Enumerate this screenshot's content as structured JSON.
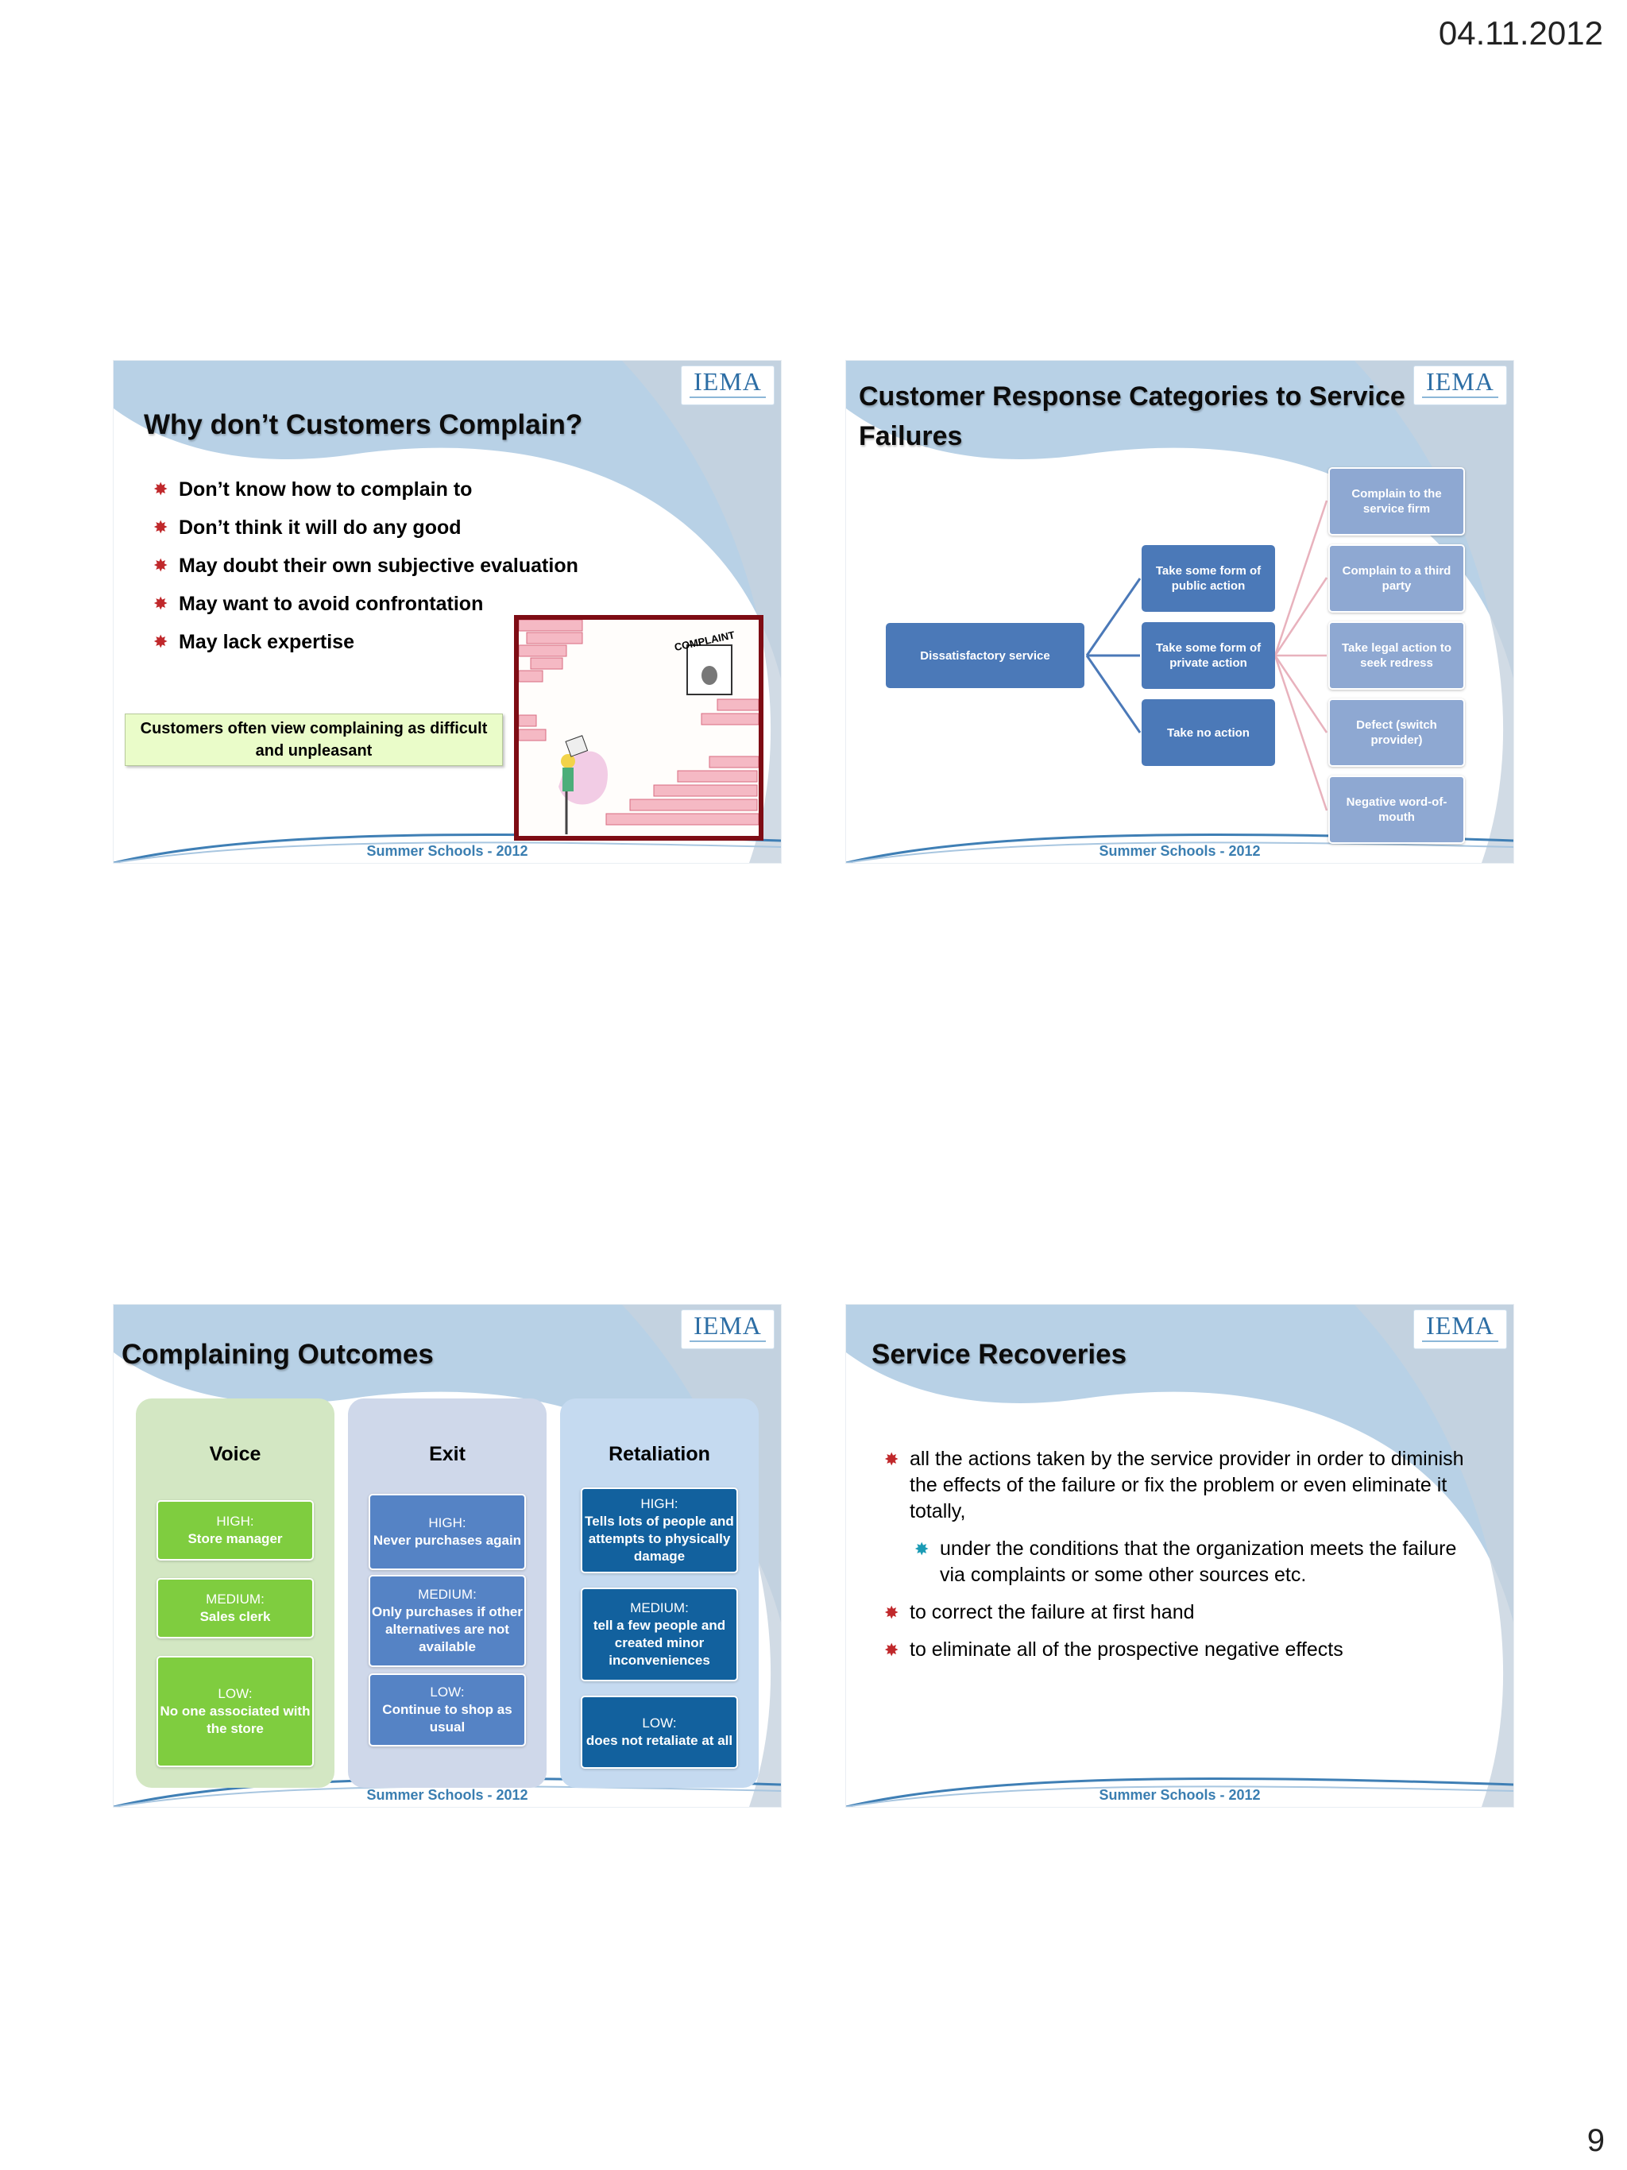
{
  "page": {
    "date": "04.11.2012",
    "number": "9"
  },
  "logo_text": "IEMA",
  "footer": "Summer Schools - 2012",
  "slide1": {
    "title": "Why don’t Customers Complain?",
    "bullets": [
      "Don’t know how to complain to",
      "Don’t think it will do any good",
      "May doubt their own subjective evaluation",
      "May want to avoid confrontation",
      "May lack expertise"
    ],
    "callout": "Customers often view complaining as difficult and unpleasant",
    "cartoon_sign": "COMPLAINT"
  },
  "slide2": {
    "title": "Customer Response Categories to Service Failures",
    "root": "Dissatisfactory service",
    "middle": [
      "Take some form of public action",
      "Take some form of private action",
      "Take no action"
    ],
    "right": [
      "Complain to the service firm",
      "Complain to a third party",
      "Take legal action to seek redress",
      "Defect (switch provider)",
      "Negative word-of-mouth"
    ]
  },
  "slide3": {
    "title": "Complaining Outcomes",
    "columns": [
      {
        "head": "Voice",
        "boxes": [
          {
            "level": "HIGH:",
            "text": "Store manager"
          },
          {
            "level": "MEDIUM:",
            "text": "Sales clerk"
          },
          {
            "level": "LOW:",
            "text": "No one associated with the store"
          }
        ]
      },
      {
        "head": "Exit",
        "boxes": [
          {
            "level": "HIGH:",
            "text": "Never purchases again"
          },
          {
            "level": "MEDIUM:",
            "text": "Only purchases if other alternatives are not available"
          },
          {
            "level": "LOW:",
            "text": "Continue to shop as usual"
          }
        ]
      },
      {
        "head": "Retaliation",
        "boxes": [
          {
            "level": "HIGH:",
            "text": "Tells lots of people and attempts to physically damage"
          },
          {
            "level": "MEDIUM:",
            "text": "tell a few people and created minor inconveniences"
          },
          {
            "level": "LOW:",
            "text": "does not retaliate at all"
          }
        ]
      }
    ]
  },
  "slide4": {
    "title": "Service Recoveries",
    "bullets": [
      "all the actions taken by the service provider in order to diminish the effects of the failure or fix the problem or even eliminate it totally,",
      "under the conditions that the organization meets the failure via complaints or some other sources etc.",
      "to correct the failure at first hand",
      "to eliminate all of the prospective negative effects"
    ]
  }
}
